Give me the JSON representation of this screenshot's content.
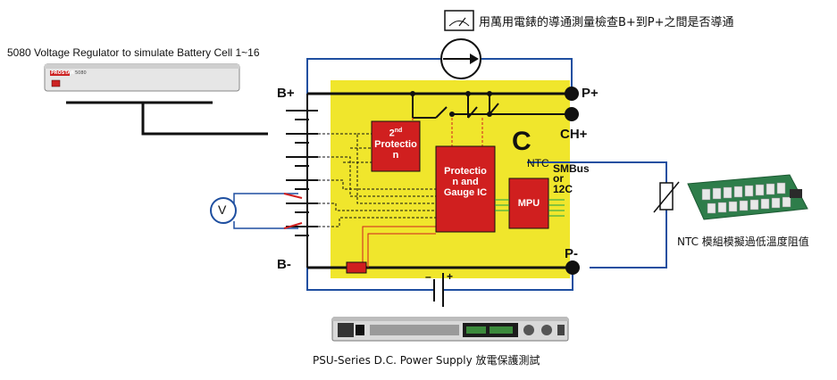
{
  "meter_caption": "用萬用電錶的導通測量檢查B+到P+之間是否導通",
  "regulator_caption": "5080 Voltage Regulator to simulate Battery Cell 1~16",
  "regulator_brand": "PROSTAR",
  "regulator_model": "5080",
  "terminals": {
    "b_plus": "B+",
    "b_minus": "B-",
    "p_plus": "P+",
    "ch_plus": "CH+",
    "p_minus": "P-"
  },
  "bms": {
    "big_letter": "C",
    "ntc_label": "NTC",
    "second_protection_sup": "nd",
    "second_protection_num": "2",
    "second_protection_text": "Protectio\nn",
    "gauge_ic_text": "Protectio\nn and\nGauge IC",
    "mpu_text": "MPU",
    "smbus_text": "SMBus\nor\n12C"
  },
  "voltmeter_symbol": "V",
  "psu_polarity": {
    "minus": "–",
    "plus": "+"
  },
  "ntc_caption": "NTC 模組模擬過低溫度阻值",
  "psu_caption": "PSU-Series D.C. Power Supply 放電保護測試",
  "colors": {
    "board_yellow": "#f0e62c",
    "block_red": "#d01f1f",
    "wire_blue": "#1f4fa0",
    "wire_black": "#111111",
    "wire_green": "#1aa34a"
  }
}
